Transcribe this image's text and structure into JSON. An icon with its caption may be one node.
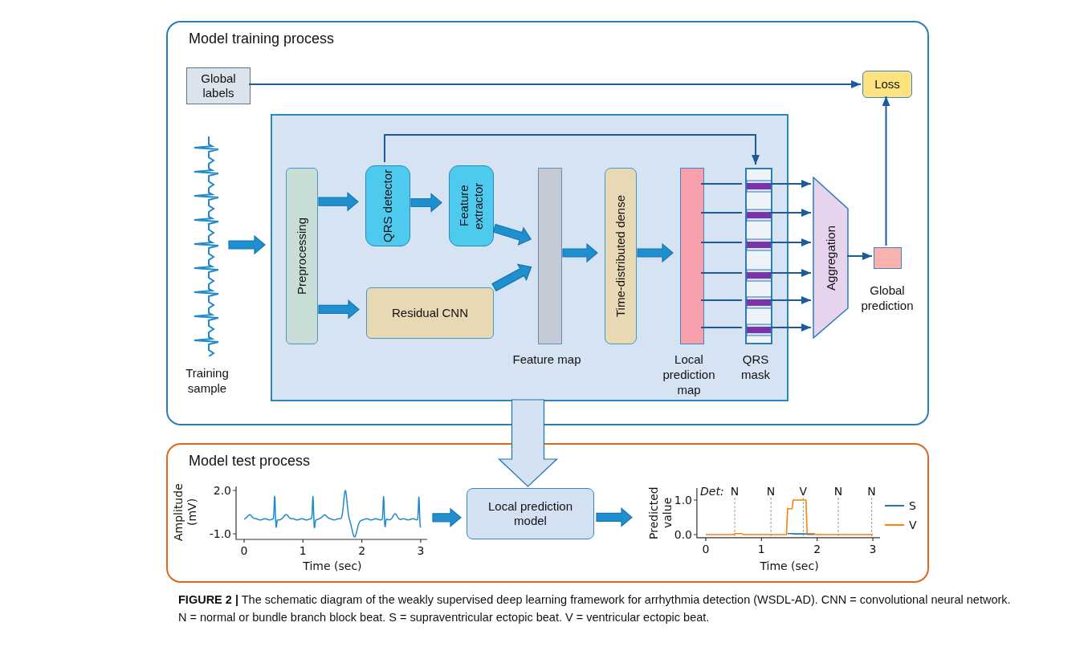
{
  "diagram": {
    "caption": "**FIGURE 2 |** The schematic diagram of the weakly supervised deep learning framework for arrhythmia detection (WSDL-AD). CNN = convolutional neural network. N = normal or bundle branch block beat. S = supraventricular ectopic beat. V = ventricular ectopic beat.",
    "nodes": [
      {
        "text": [
          "Model training process"
        ]
      },
      {
        "text": [
          "Global labels"
        ],
        "in": 0
      },
      {
        "text": [
          "Loss"
        ],
        "in": 0
      },
      {
        "text": [],
        "shape": "picture",
        "beside": [
          "Training sample"
        ],
        "in": 0
      },
      {
        "text": [],
        "shape": "box",
        "in": 0
      },
      {
        "text": [
          "Preprocessing"
        ],
        "in": 4
      },
      {
        "text": [
          "QRS detector"
        ],
        "in": 4
      },
      {
        "text": [
          "Feature extractor"
        ],
        "in": 4
      },
      {
        "text": [
          "Residual CNN"
        ],
        "in": 4
      },
      {
        "text": [],
        "shape": "bar",
        "beside": [
          "Feature map"
        ],
        "in": 4
      },
      {
        "text": [
          "Time-distributed dense"
        ],
        "in": 4
      },
      {
        "text": [],
        "shape": "bar",
        "beside": [
          "Local prediction map"
        ],
        "in": 4
      },
      {
        "text": [],
        "shape": "bar",
        "beside": [
          "QRS mask"
        ],
        "in": 4
      },
      {
        "text": [
          "Aggregation"
        ],
        "in": 0
      },
      {
        "text": [],
        "shape": "box",
        "beside": [
          "Global prediction"
        ],
        "in": 0
      },
      {
        "text": [
          "Model test process"
        ]
      },
      {
        "text": [],
        "shape": "picture",
        "in": 15
      },
      {
        "text": [
          "Local prediction model"
        ],
        "in": 15
      },
      {
        "text": [],
        "shape": "picture",
        "in": 15
      }
    ],
    "edges": [
      {
        "from": 1,
        "to": 2,
        "arrow": "to"
      },
      {
        "from": 14,
        "to": 2,
        "arrow": "to"
      },
      {
        "from": 3,
        "to": 4,
        "arrow": "to",
        "style": "thick"
      },
      {
        "from": 5,
        "to": 6,
        "arrow": "to",
        "style": "thick"
      },
      {
        "from": 5,
        "to": 8,
        "arrow": "to",
        "style": "thick"
      },
      {
        "from": 6,
        "to": 7,
        "arrow": "to",
        "style": "thick"
      },
      {
        "from": 7,
        "to": 9,
        "arrow": "to",
        "style": "thick"
      },
      {
        "from": 8,
        "to": 9,
        "arrow": "to",
        "style": "thick"
      },
      {
        "from": 9,
        "to": 10,
        "arrow": "to",
        "style": "thick"
      },
      {
        "from": 10,
        "to": 11,
        "arrow": "to",
        "style": "thick"
      },
      {
        "from": 6,
        "to": 12,
        "arrow": "to"
      },
      {
        "from": 11,
        "to": 12,
        "arrow": "none"
      },
      {
        "from": 11,
        "to": 12,
        "arrow": "none"
      },
      {
        "from": 11,
        "to": 12,
        "arrow": "none"
      },
      {
        "from": 11,
        "to": 12,
        "arrow": "none"
      },
      {
        "from": 11,
        "to": 12,
        "arrow": "none"
      },
      {
        "from": 11,
        "to": 12,
        "arrow": "none"
      },
      {
        "from": 12,
        "to": 13,
        "arrow": "to"
      },
      {
        "from": 12,
        "to": 13,
        "arrow": "to"
      },
      {
        "from": 12,
        "to": 13,
        "arrow": "to"
      },
      {
        "from": 12,
        "to": 13,
        "arrow": "to"
      },
      {
        "from": 12,
        "to": 13,
        "arrow": "to"
      },
      {
        "from": 12,
        "to": 13,
        "arrow": "to"
      },
      {
        "from": 13,
        "to": 14,
        "arrow": "to"
      },
      {
        "from": 4,
        "to": 17,
        "arrow": "to",
        "style": "thick",
        "color": "#d4e2f2"
      },
      {
        "from": 16,
        "to": 17,
        "arrow": "to",
        "style": "thick"
      },
      {
        "from": 17,
        "to": 18,
        "arrow": "to",
        "style": "thick"
      }
    ],
    "labels": [
      "Amplitude (mV)",
      "2.0",
      "-1.0",
      "0",
      "1",
      "2",
      "3",
      "Time (sec)"
    ],
    "chart_data": {
      "type": "line",
      "xlabel": "Time (sec)",
      "ylabel": "Predicted value",
      "x": [
        0,
        0.5,
        0.52,
        0.65,
        0.67,
        1.45,
        1.47,
        1.55,
        1.57,
        1.8,
        1.82,
        1.95,
        1.97,
        3
      ],
      "series": [
        {
          "name": "S",
          "color": "#1f77b4",
          "values": [
            null,
            null,
            null,
            null,
            null,
            null,
            0.03,
            0.03,
            0.02,
            0.02,
            0.01,
            0.01,
            null,
            null
          ]
        },
        {
          "name": "V",
          "color": "#ff7f0e",
          "values": [
            0,
            0,
            0.03,
            0.03,
            0,
            0,
            0.75,
            0.75,
            1,
            1,
            0.03,
            0.03,
            0,
            0
          ]
        }
      ],
      "xlim": [
        -0.16,
        3.13
      ],
      "ylim": [
        -0.09,
        1.35
      ],
      "xticks": [
        0,
        1,
        2,
        3
      ],
      "yticks": [
        {
          "value": 0,
          "label": "0.0"
        },
        {
          "value": 1,
          "label": "1.0"
        }
      ],
      "legend": "right",
      "annotations": [
        "Det:",
        "N",
        "N",
        "V",
        "N",
        "N"
      ]
    }
  }
}
